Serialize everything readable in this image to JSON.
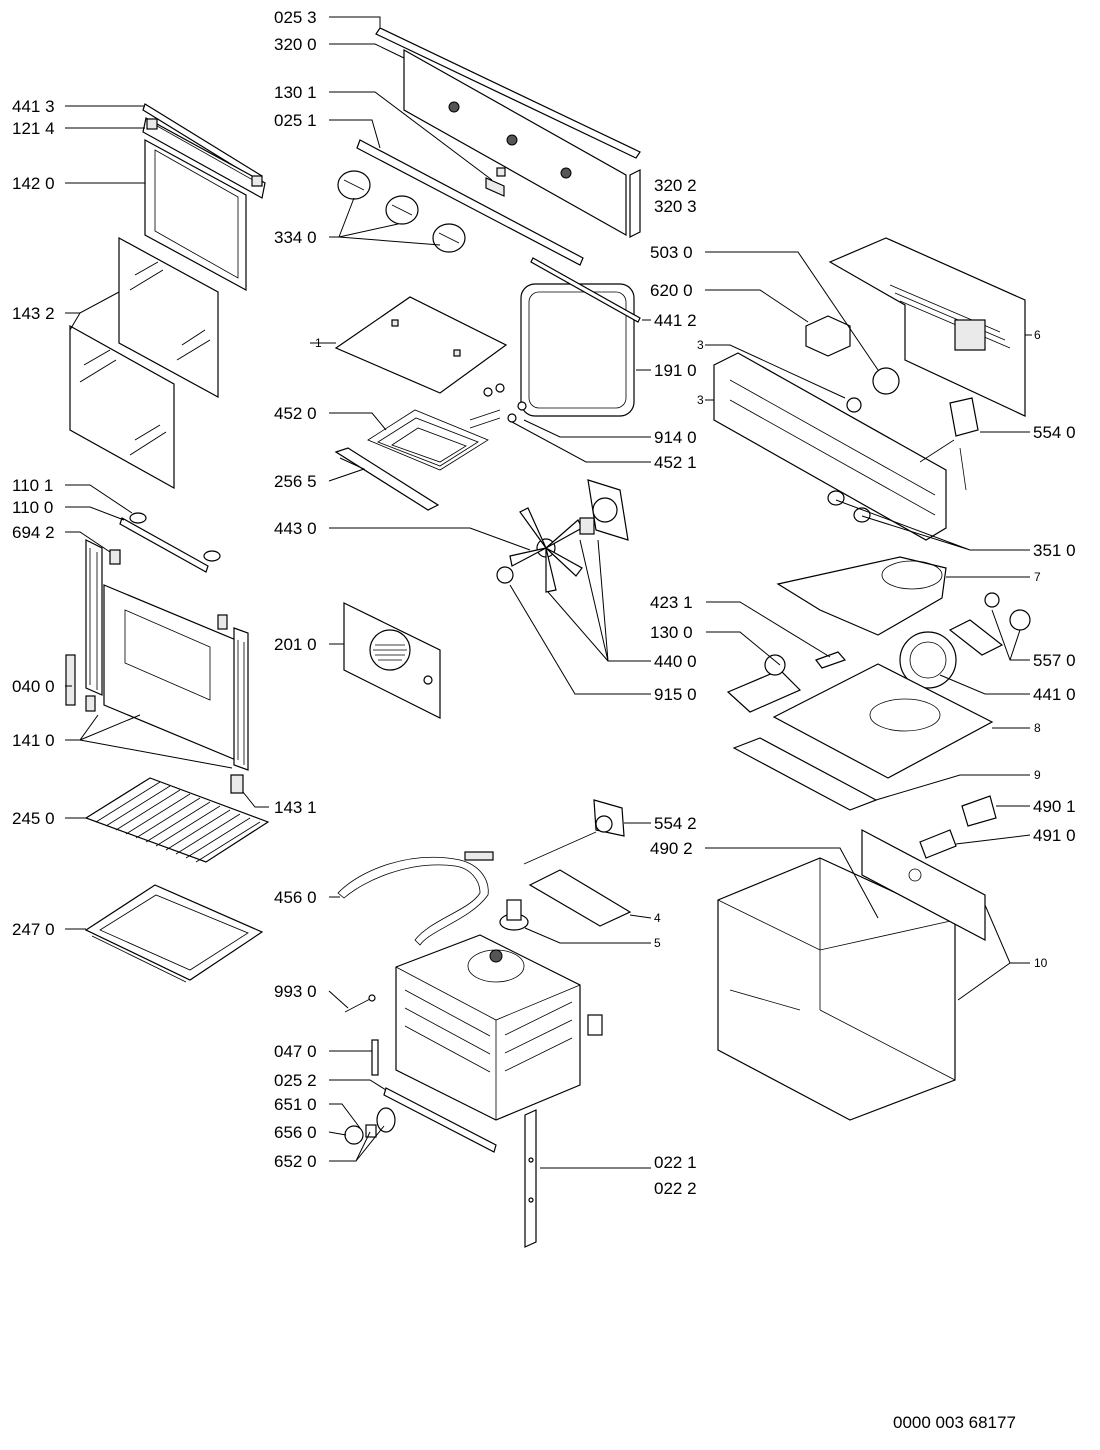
{
  "callouts": {
    "c0253": "025 3",
    "c3200": "320 0",
    "c1301": "130 1",
    "c0251": "025 1",
    "c3202": "320 2",
    "c3203": "320 3",
    "c3340": "334 0",
    "c5030": "503 0",
    "c6200": "620 0",
    "c4412": "441 2",
    "c1": "1",
    "c1910": "191 0",
    "c3a": "3",
    "c3b": "3",
    "c6": "6",
    "c4520": "452 0",
    "c9140": "914 0",
    "c4521": "452 1",
    "c5540": "554 0",
    "c2565": "256 5",
    "c4430": "443 0",
    "c3510": "351 0",
    "c7": "7",
    "c4231": "423 1",
    "c1300": "130 0",
    "c5570": "557 0",
    "c2010": "201 0",
    "c4400": "440 0",
    "c9150": "915 0",
    "c4410": "441 0",
    "c8": "8",
    "c9": "9",
    "c4901": "490 1",
    "c4910": "491 0",
    "c4902": "490 2",
    "c5542": "554 2",
    "c4560": "456 0",
    "c4": "4",
    "c5": "5",
    "c10": "10",
    "c9930": "993 0",
    "c0470": "047 0",
    "c0252": "025 2",
    "c6510": "651 0",
    "c6560": "656 0",
    "c6520": "652 0",
    "c0221": "022 1",
    "c0222": "022 2",
    "c4413": "441 3",
    "c1214": "121 4",
    "c1420": "142 0",
    "c1432": "143 2",
    "c1101": "110 1",
    "c1100": "110 0",
    "c6942": "694 2",
    "c0400": "040 0",
    "c1410": "141 0",
    "c1431": "143 1",
    "c2450": "245 0",
    "c2470": "247 0"
  },
  "drawing_number": "0000 003 68177"
}
